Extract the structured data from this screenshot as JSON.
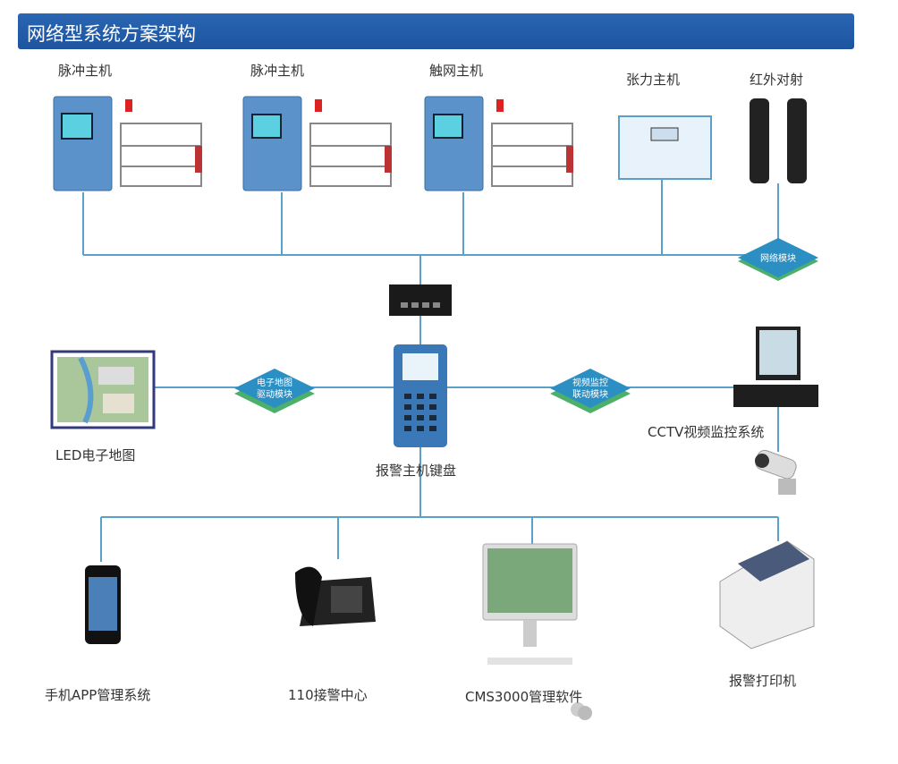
{
  "title": "网络型系统方案架构",
  "top_devices": [
    {
      "label": "脉冲主机"
    },
    {
      "label": "脉冲主机"
    },
    {
      "label": "触网主机"
    },
    {
      "label": "张力主机"
    },
    {
      "label": "红外对射"
    }
  ],
  "modules": {
    "network": "网络模块",
    "map_line1": "电子地图",
    "map_line2": "驱动模块",
    "video_line1": "视频监控",
    "video_line2": "联动模块"
  },
  "middle": {
    "led_map": "LED电子地图",
    "keyboard": "报警主机键盘",
    "cctv": "CCTV视频监控系统"
  },
  "bottom": [
    {
      "label": "手机APP管理系统"
    },
    {
      "label": "110接警中心"
    },
    {
      "label": "CMS3000管理软件"
    },
    {
      "label": "报警打印机"
    }
  ],
  "colors": {
    "title_bar": "#1f5aa8",
    "line": "#5aa0c8",
    "diamond": "#2b8fc4",
    "diamond_base": "#4caf6a"
  }
}
